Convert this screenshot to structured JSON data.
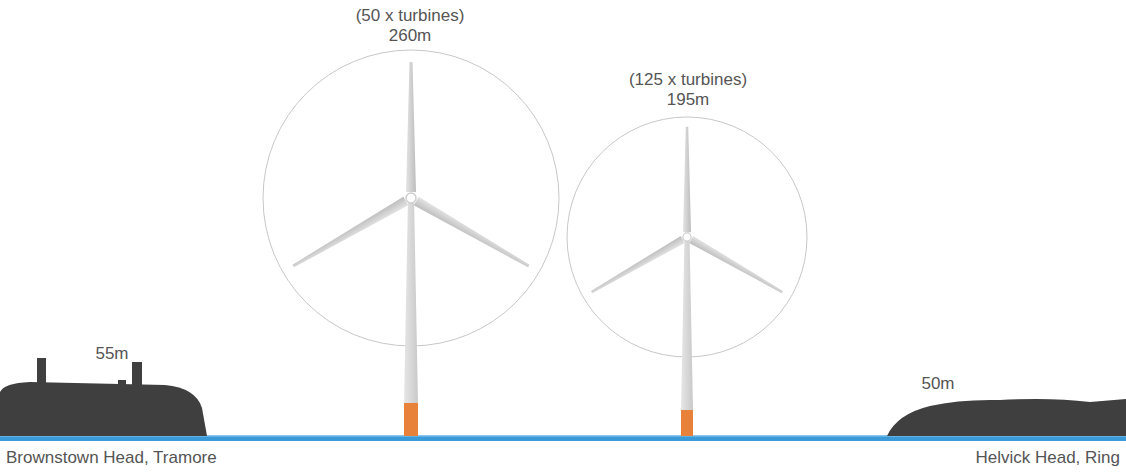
{
  "diagram": {
    "labels": [
      "(50 x turbines)",
      "260m",
      "(125 x turbines)",
      "195m",
      "55m",
      "50m",
      "Brownstown Head, Tramore",
      "Helvick Head, Ring"
    ]
  }
}
